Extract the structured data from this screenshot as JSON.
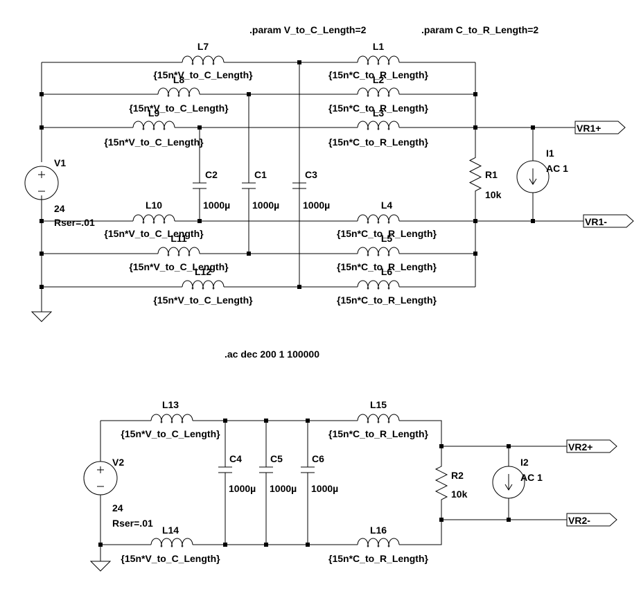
{
  "directives": {
    "param_v": ".param V_to_C_Length=2",
    "param_c": ".param C_to_R_Length=2",
    "ac": ".ac dec 200 1 100000"
  },
  "circuit1": {
    "inductors": [
      {
        "name": "L7",
        "value": "{15n*V_to_C_Length}"
      },
      {
        "name": "L8",
        "value": "{15n*V_to_C_Length}"
      },
      {
        "name": "L9",
        "value": "{15n*V_to_C_Length}"
      },
      {
        "name": "L10",
        "value": "{15n*V_to_C_Length}"
      },
      {
        "name": "L11",
        "value": "{15n*V_to_C_Length}"
      },
      {
        "name": "L12",
        "value": "{15n*V_to_C_Length}"
      },
      {
        "name": "L1",
        "value": "{15n*C_to_R_Length}"
      },
      {
        "name": "L2",
        "value": "{15n*C_to_R_Length}"
      },
      {
        "name": "L3",
        "value": "{15n*C_to_R_Length}"
      },
      {
        "name": "L4",
        "value": "{15n*C_to_R_Length}"
      },
      {
        "name": "L5",
        "value": "{15n*C_to_R_Length}"
      },
      {
        "name": "L6",
        "value": "{15n*C_to_R_Length}"
      }
    ],
    "capacitors": [
      {
        "name": "C2",
        "value": "1000µ"
      },
      {
        "name": "C1",
        "value": "1000µ"
      },
      {
        "name": "C3",
        "value": "1000µ"
      }
    ],
    "source": {
      "name": "V1",
      "value": "24",
      "rser": "Rser=.01"
    },
    "resistor": {
      "name": "R1",
      "value": "10k"
    },
    "current": {
      "name": "I1",
      "value": "AC 1"
    },
    "ports": {
      "plus": "VR1+",
      "minus": "VR1-"
    }
  },
  "circuit2": {
    "inductors": [
      {
        "name": "L13",
        "value": "{15n*V_to_C_Length}"
      },
      {
        "name": "L14",
        "value": "{15n*V_to_C_Length}"
      },
      {
        "name": "L15",
        "value": "{15n*C_to_R_Length}"
      },
      {
        "name": "L16",
        "value": "{15n*C_to_R_Length}"
      }
    ],
    "capacitors": [
      {
        "name": "C4",
        "value": "1000µ"
      },
      {
        "name": "C5",
        "value": "1000µ"
      },
      {
        "name": "C6",
        "value": "1000µ"
      }
    ],
    "source": {
      "name": "V2",
      "value": "24",
      "rser": "Rser=.01"
    },
    "resistor": {
      "name": "R2",
      "value": "10k"
    },
    "current": {
      "name": "I2",
      "value": "AC 1"
    },
    "ports": {
      "plus": "VR2+",
      "minus": "VR2-"
    }
  }
}
